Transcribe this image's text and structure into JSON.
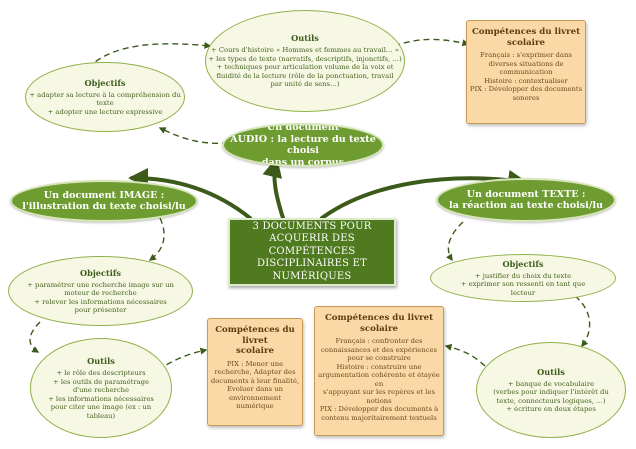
{
  "center": {
    "lines": [
      "3 DOCUMENTS POUR",
      "ACQUERIR DES COMPÉTENCES",
      "DISCIPLINAIRES ET",
      "NUMÉRIQUES"
    ]
  },
  "audio_doc": {
    "lines": [
      "Un document",
      "AUDIO : la lecture du texte choisi",
      "dans un corpus"
    ]
  },
  "image_doc": {
    "lines": [
      "Un document IMAGE :",
      "l'illustration du texte choisi/lu"
    ]
  },
  "texte_doc": {
    "lines": [
      "Un document TEXTE :",
      "la réaction au texte choisi/lu"
    ]
  },
  "audio_outils": {
    "title": "Outils",
    "lines": [
      "+ Cours d'histoire « Hommes et femmes au travail… »",
      "+ les types de texte (narratifs, descriptifs, injonctifs, …)",
      "+ techniques pour articulation volume de la voix et",
      "fluidité de la lecture (rôle de la ponctuation, travail",
      "par unité de sens…)"
    ]
  },
  "audio_objectifs": {
    "title": "Objectifs",
    "lines": [
      "+ adapter sa lecture à la compréhension du",
      "texte",
      "+ adopter une lecture expressive"
    ]
  },
  "audio_competences": {
    "title": [
      "Compétences du livret",
      "scolaire"
    ],
    "lines": [
      "Français : s'exprimer dans",
      "diverses situations de",
      "communication",
      "Histoire : contextualiser",
      "PIX : Développer des documents",
      "sonores"
    ]
  },
  "image_objectifs": {
    "title": "Objectifs",
    "lines": [
      "+ paramétrer une recherche image sur un",
      "moteur de recherche",
      "+ relever les informations nécessaires",
      "pour présenter"
    ]
  },
  "image_outils": {
    "title": "Outils",
    "lines": [
      "+ le rôle des descripteurs",
      "+ les outils de paramétrage",
      "d'une recherche",
      "+ les informations nécessaires",
      "pour citer une image (ex : un",
      "tableau)"
    ]
  },
  "image_competences": {
    "title": [
      "Compétences du livret",
      "scolaire"
    ],
    "lines": [
      "PIX : Mener une",
      "recherche, Adapter des",
      "documents à leur finalité,",
      "Evoluer dans un",
      "environnement",
      "numérique"
    ]
  },
  "texte_objectifs": {
    "title": "Objectifs",
    "lines": [
      "+ justifier du choix du texte",
      "+ exprimer son ressenti en tant que",
      "lecteur"
    ]
  },
  "texte_outils": {
    "title": "Outils",
    "lines": [
      "+ banque de vocabulaire",
      "(verbes pour indiquer l'intérêt du",
      "texte, connecteurs logiques, …)",
      "+ écriture en deux étapes"
    ]
  },
  "texte_competences": {
    "title": [
      "Compétences du livret",
      "scolaire"
    ],
    "lines": [
      "Français : confronter des",
      "connaissances et des expériences",
      "pour se construire",
      "Histoire : construire une",
      "argumentation cohérente et étayée en",
      "s'appuyant sur les repères et les",
      "notions",
      "PIX : Développer des documents à",
      "contenu majoritairement textuels"
    ]
  }
}
